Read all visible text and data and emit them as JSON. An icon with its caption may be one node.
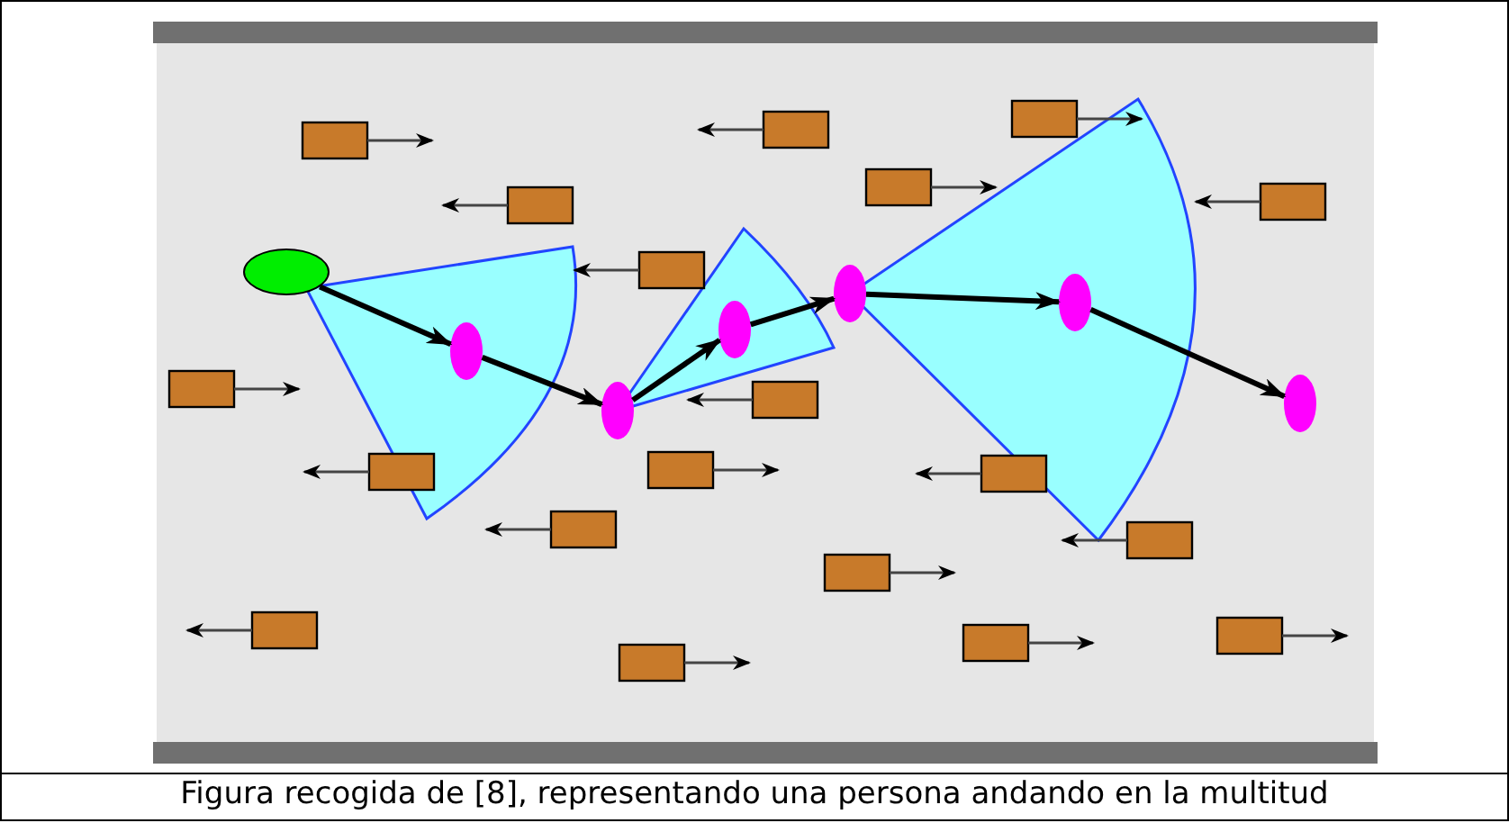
{
  "diagram": {
    "caption": "Figura recogida de [8], representando una persona andando en la multitud",
    "nodes": [
      {
        "text": [],
        "shape": "ellipse"
      },
      {
        "text": [],
        "shape": "ellipse"
      },
      {
        "text": [],
        "shape": "ellipse"
      },
      {
        "text": [],
        "shape": "ellipse"
      },
      {
        "text": [],
        "shape": "ellipse"
      },
      {
        "text": [],
        "shape": "ellipse"
      },
      {
        "text": [],
        "shape": "ellipse"
      }
    ],
    "edges": [
      {
        "from": 0,
        "to": 1,
        "arrow": "to"
      },
      {
        "from": 1,
        "to": 2,
        "arrow": "to"
      },
      {
        "from": 2,
        "to": 3,
        "arrow": "to"
      },
      {
        "from": 3,
        "to": 4,
        "arrow": "to"
      },
      {
        "from": 4,
        "to": 5,
        "arrow": "to"
      },
      {
        "from": 5,
        "to": 6,
        "arrow": "to"
      }
    ]
  }
}
